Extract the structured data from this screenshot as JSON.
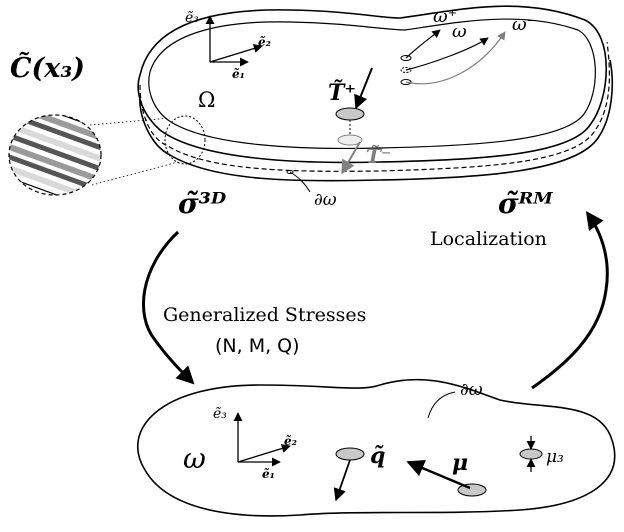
{
  "labels": {
    "e3_top": "ẽ₃",
    "e2_top": "ẽ₂",
    "e1_top": "ẽ₁",
    "Omega": "Ω",
    "omega_plus": "ω⁺",
    "omega_mid": "ω",
    "omega_minus": "ω⁻",
    "C_label": "C̃(x₃)",
    "T_plus": "T̃⁺",
    "T_minus": "T̃⁻",
    "boundary_top": "∂ω",
    "sigma_3d": "σ̃³ᴰ",
    "sigma_rm": "σ̃ᴿᴹ",
    "localization": "Localization",
    "gen_stresses": "Generalized Stresses",
    "gen_stresses_vars": "(N, M, Q)",
    "boundary_bottom": "∂ω",
    "omega_bottom": "ω",
    "e3_bot": "ẽ₃",
    "e2_bot": "ẽ₂",
    "e1_bot": "ẽ₁",
    "q_label": "q̃",
    "mu_label": "μ",
    "mu3_label": "μ₃"
  },
  "colors": {
    "ink": "#000000",
    "gray": "#808080",
    "light_gray": "#bfbfbf",
    "ellipse_fill": "#c8c8c8",
    "layer_dark": "#555555",
    "layer_mid": "#9a9a9a",
    "layer_light": "#d9d9d9"
  }
}
